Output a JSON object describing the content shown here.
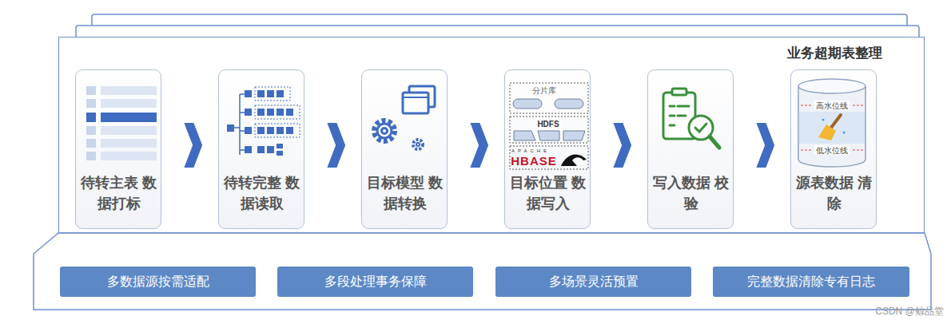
{
  "diagram": {
    "nodes": [
      {
        "text": [
          "业务超期表整理"
        ]
      },
      {
        "text": [
          "待转主表 数据打标"
        ],
        "in": 0
      },
      {
        "text": [
          "待转完整 数据读取"
        ],
        "in": 0
      },
      {
        "text": [
          "目标模型 数据转换"
        ],
        "in": 0
      },
      {
        "text": [
          "目标位置 数据写入"
        ],
        "in": 0
      },
      {
        "text": [
          "写入数据 校验"
        ],
        "in": 0
      },
      {
        "text": [
          "源表数据 清除"
        ],
        "in": 0
      },
      {
        "text": [
          "多数据源按需适配"
        ]
      },
      {
        "text": [
          "多段处理事务保障"
        ]
      },
      {
        "text": [
          "多场景灵活预置"
        ]
      },
      {
        "text": [
          "完整数据清除专有日志"
        ]
      }
    ],
    "edges": [
      {
        "from": 1,
        "to": 2,
        "arrow": "to"
      },
      {
        "from": 2,
        "to": 3,
        "arrow": "to"
      },
      {
        "from": 3,
        "to": 4,
        "arrow": "to"
      },
      {
        "from": 4,
        "to": 5,
        "arrow": "to"
      },
      {
        "from": 5,
        "to": 6,
        "arrow": "to"
      }
    ],
    "labels": [
      "分片库",
      "HDFS",
      "APACHE",
      "HBASE",
      "高水位线",
      "低水位线",
      "CSDN @鲸品堂"
    ]
  }
}
